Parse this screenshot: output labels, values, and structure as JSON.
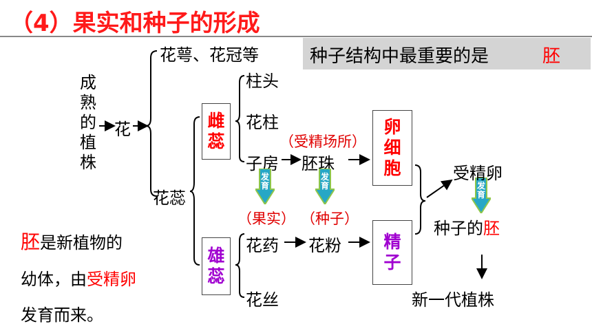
{
  "title": "（4）果实和种子的形成",
  "note": {
    "text": "种子结构中最重要的是",
    "answer": "胚"
  },
  "diagram": {
    "mature_plant": "成熟的植株",
    "flower": "花",
    "sepal_petal": "花萼、花冠等",
    "pistil_stamen": "花蕊",
    "pistil": "雌蕊",
    "stamen": "雄蕊",
    "stigma": "柱头",
    "style": "花柱",
    "ovary": "子房",
    "ovule": "胚珠",
    "ovule_note": "（受精场所）",
    "egg_cell": "卵细胞",
    "anther": "花药",
    "pollen": "花粉",
    "sperm": "精子",
    "fruit_label": "（果实）",
    "seed_label": "（种子）",
    "zygote": "受精卵",
    "embryo_prefix": "种子的",
    "embryo": "胚",
    "new_plant": "新一代植株",
    "develop": "发育"
  },
  "explain": {
    "embryo": "胚",
    "line1_rest": "是新植物的",
    "line2_pre": "幼体，由",
    "line2_red": "受精卵",
    "line3": "发育而来。"
  }
}
